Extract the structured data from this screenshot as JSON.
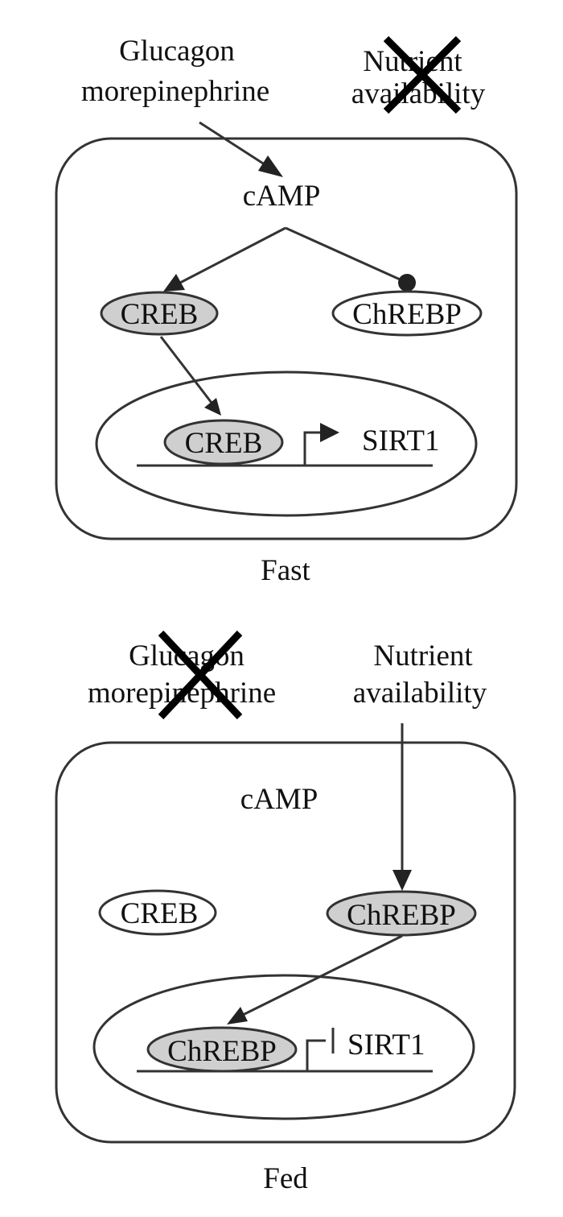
{
  "panels": {
    "fast": {
      "caption": "Fast",
      "signal_left": {
        "line1": "Glucagon",
        "line2": "morepinephrine",
        "blocked": false
      },
      "signal_right": {
        "line1": "Nutrient",
        "line2": "availability",
        "blocked": true
      },
      "messenger": "cAMP",
      "cyto_left": {
        "label": "CREB",
        "state": "active"
      },
      "cyto_right": {
        "label": "ChREBP",
        "state": "inactive"
      },
      "nuclear_factor": {
        "label": "CREB",
        "state": "active"
      },
      "gene": {
        "label": "SIRT1",
        "regulation": "activation"
      }
    },
    "fed": {
      "caption": "Fed",
      "signal_left": {
        "line1": "Glucagon",
        "line2": "morepinephrine",
        "blocked": true
      },
      "signal_right": {
        "line1": "Nutrient",
        "line2": "availability",
        "blocked": false
      },
      "messenger": "cAMP",
      "cyto_left": {
        "label": "CREB",
        "state": "inactive"
      },
      "cyto_right": {
        "label": "ChREBP",
        "state": "active"
      },
      "nuclear_factor": {
        "label": "ChREBP",
        "state": "active"
      },
      "gene": {
        "label": "SIRT1",
        "regulation": "repression"
      }
    }
  }
}
